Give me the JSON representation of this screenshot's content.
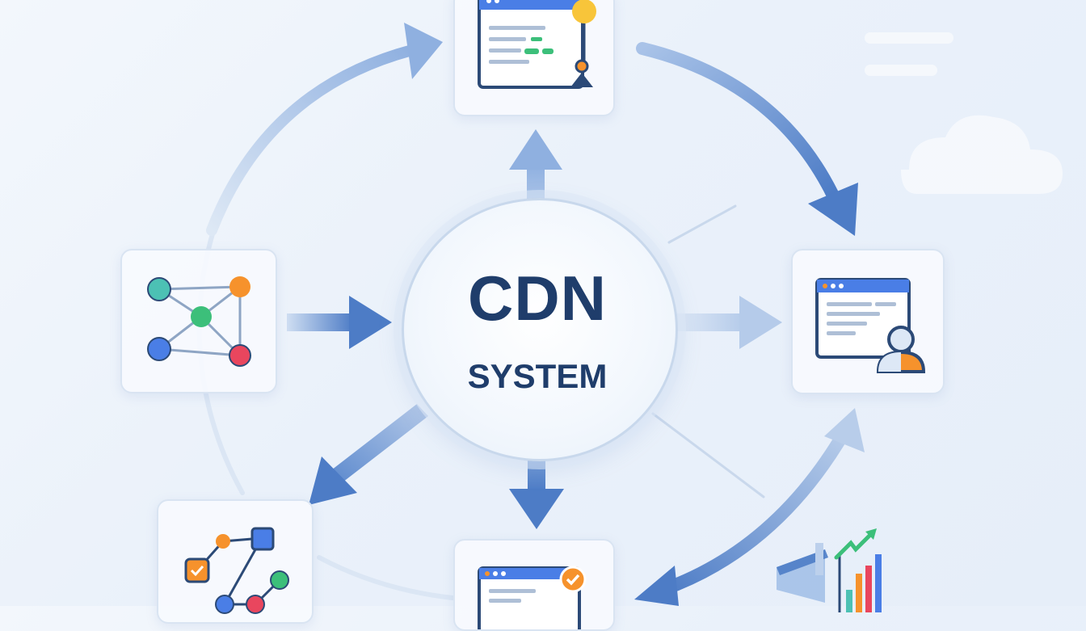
{
  "center": {
    "title": "CDN",
    "subtitle": "SYSTEM"
  },
  "nodes": [
    {
      "id": "content-editor",
      "icon": "browser-editor-icon"
    },
    {
      "id": "network-graph",
      "icon": "network-graph-icon"
    },
    {
      "id": "user-dashboard",
      "icon": "browser-user-icon"
    },
    {
      "id": "workflow-graph",
      "icon": "workflow-graph-icon"
    },
    {
      "id": "verified-page",
      "icon": "browser-check-icon"
    },
    {
      "id": "analytics",
      "icon": "bar-chart-icon"
    }
  ],
  "colors": {
    "title": "#1f3d6b",
    "arrow_dark": "#4d7cc6",
    "arrow_light": "#bcd0ec",
    "accent_orange": "#f6922c",
    "accent_green": "#3cbf7a",
    "accent_teal": "#4cc1b4",
    "accent_red": "#e9465e",
    "accent_blue": "#4a7ee6",
    "accent_yellow": "#f8c53a"
  }
}
